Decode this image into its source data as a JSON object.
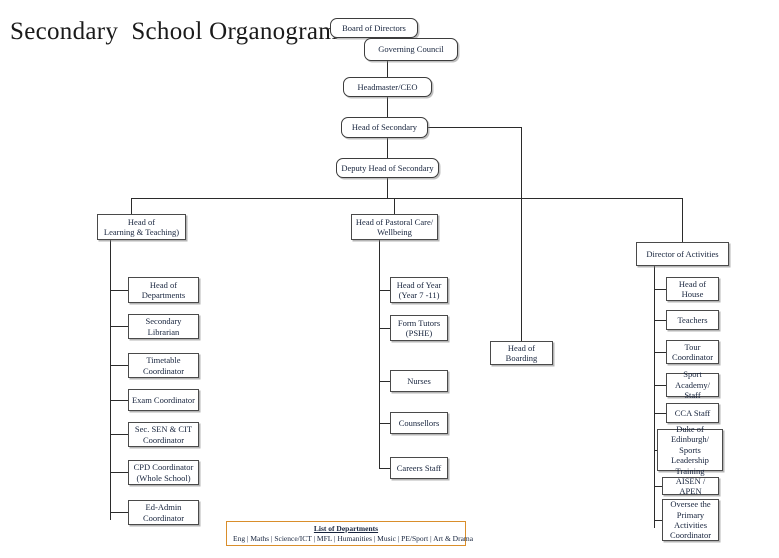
{
  "title": "Secondary  School Organogram",
  "nodes": {
    "board_of_directors": "Board of Directors",
    "governing_council": "Governing Council",
    "headmaster_ceo": "Headmaster/CEO",
    "head_of_secondary": "Head of Secondary",
    "deputy_head_of_secondary": "Deputy Head of Secondary",
    "head_of_learning_teaching": "Head of\nLearning & Teaching)",
    "head_of_pastoral_care": "Head of Pastoral Care/\nWellbeing",
    "director_of_activities": "Director of Activities",
    "head_of_boarding": "Head of\nBoarding"
  },
  "learning_teaching_children": [
    "Head of\nDepartments",
    "Secondary\nLibrarian",
    "Timetable\nCoordinator",
    "Exam Coordinator",
    "Sec. SEN & CIT\nCoordinator",
    "CPD Coordinator\n(Whole School)",
    "Ed-Admin\nCoordinator"
  ],
  "pastoral_children": [
    "Head of Year\n(Year 7 -11)",
    "Form Tutors\n(PSHE)",
    "Nurses",
    "Counsellors",
    "Careers Staff"
  ],
  "activities_children": [
    "Head of\nHouse",
    "Teachers",
    "Tour\nCoordinator",
    "Sport\nAcademy/ Staff",
    "CCA Staff",
    "Duke of\nEdinburgh/\nSports Leadership\nTraining",
    "AISEN / APEN",
    "Oversee the\nPrimary\nActivities\nCoordinator"
  ],
  "legend": {
    "title": "List of Departments",
    "items": "Eng  | Maths | Science/ICT  | MFL | Humanities | Music |  PE/Sport | Art & Drama",
    "border_color": "#d98e2b"
  },
  "colors": {
    "box_border": "#4a4a4a",
    "connector": "#2b2b2b",
    "text": "#16233c",
    "background": "#ffffff"
  }
}
